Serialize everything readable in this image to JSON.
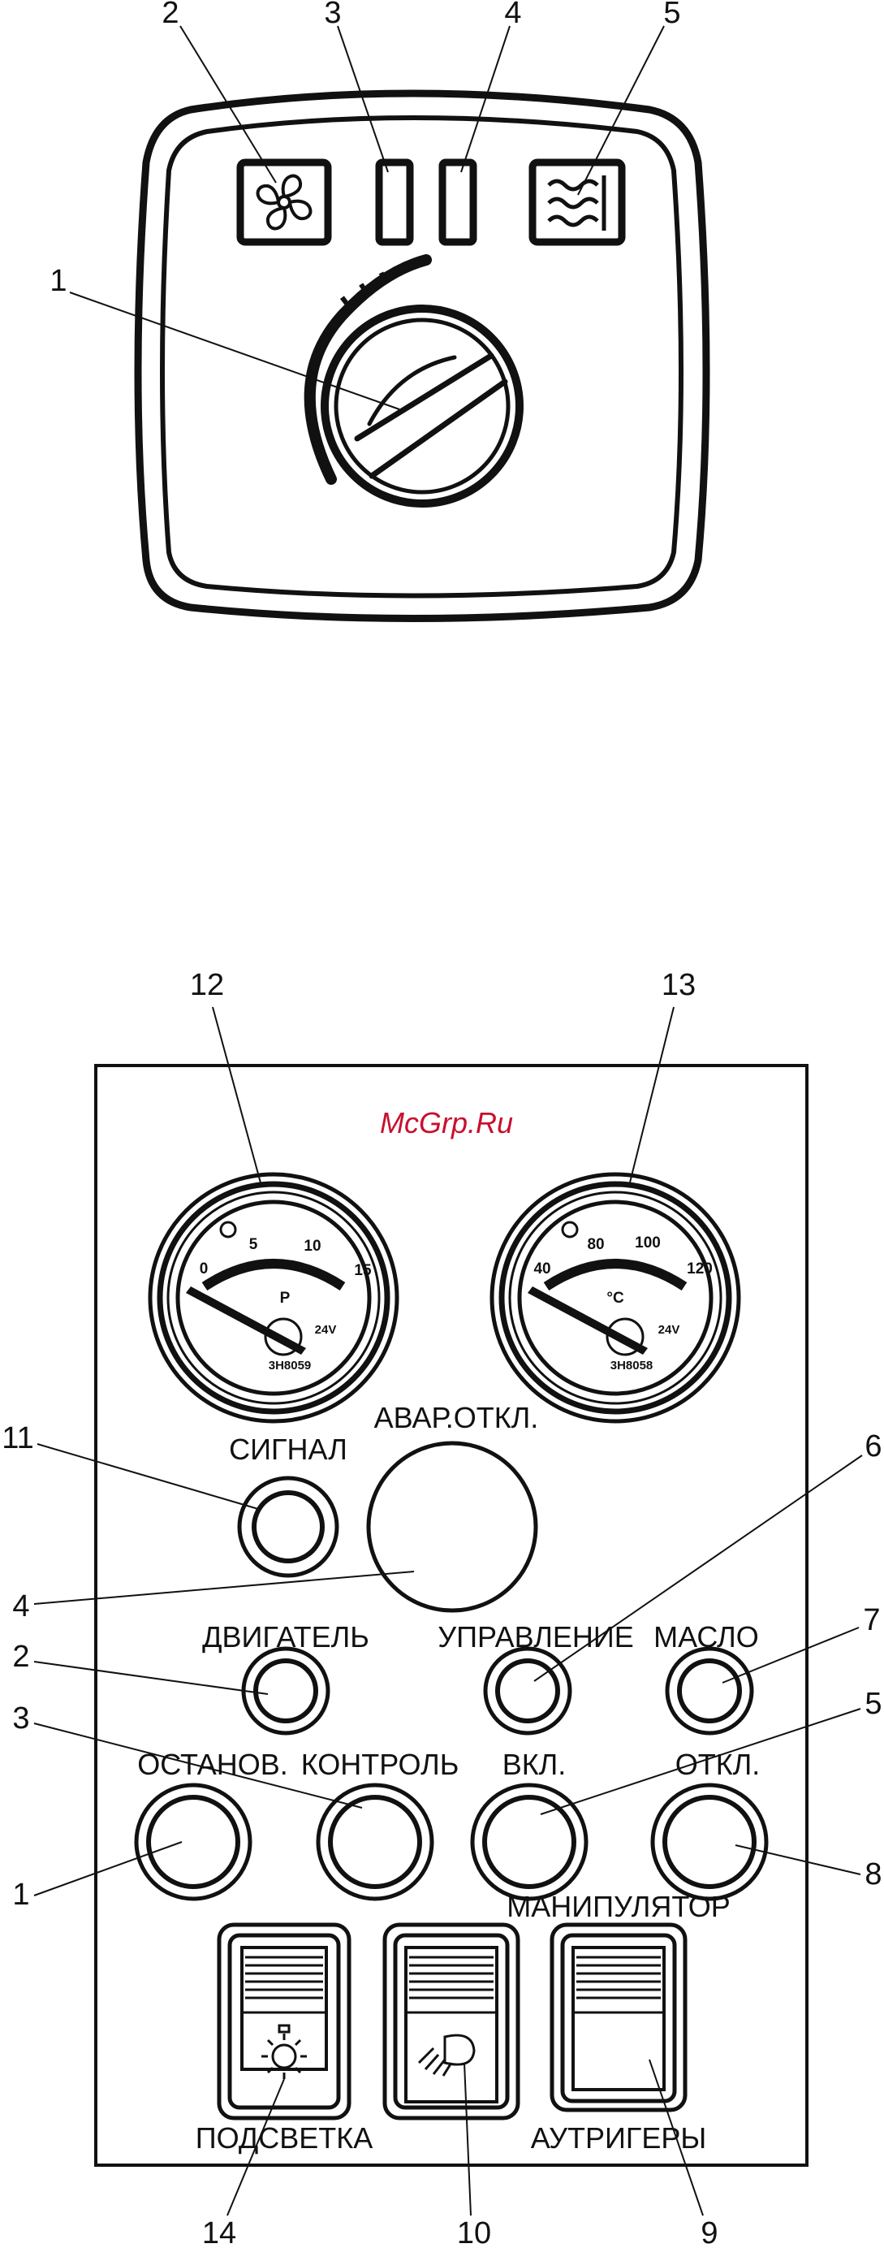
{
  "figure_top": {
    "callouts": [
      "2",
      "3",
      "4",
      "5",
      "1"
    ]
  },
  "figure_bottom": {
    "watermark": "McGrp.Ru",
    "callouts": {
      "c12": "12",
      "c13": "13",
      "c11": "11",
      "c6": "6",
      "c4": "4",
      "c2": "2",
      "c7": "7",
      "c3": "3",
      "c5": "5",
      "c1": "1",
      "c8": "8",
      "c14": "14",
      "c10": "10",
      "c9": "9"
    },
    "pressure_gauge": {
      "ticks": [
        "0",
        "5",
        "10",
        "15"
      ],
      "symbol": "P",
      "voltage": "24V",
      "code": "3H8059"
    },
    "temp_gauge": {
      "ticks": [
        "40",
        "80",
        "100",
        "120"
      ],
      "symbol": "°C",
      "voltage": "24V",
      "code": "3H8058"
    },
    "labels": {
      "signal": "СИГНАЛ",
      "emergency_off": "АВАР.ОТКЛ.",
      "engine": "ДВИГАТЕЛЬ",
      "control_mode": "УПРАВЛЕНИЕ",
      "oil": "МАСЛО",
      "stop": "ОСТАНОВ.",
      "check": "КОНТРОЛЬ",
      "on": "ВКЛ.",
      "off": "ОТКЛ.",
      "manipulator": "МАНИПУЛЯТОР",
      "backlight": "ПОДСВЕТКА",
      "outriggers": "АУТРИГЕРЫ"
    }
  }
}
